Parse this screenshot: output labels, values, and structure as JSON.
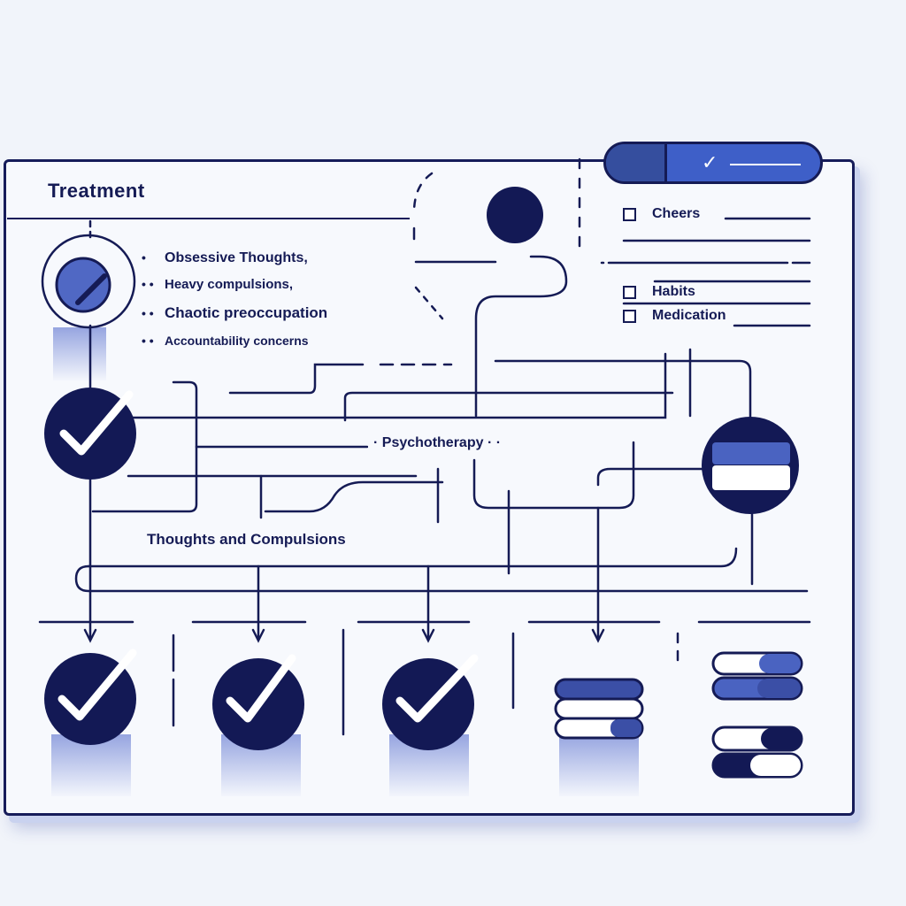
{
  "title": "Treatment",
  "symptoms": [
    {
      "dots": "•",
      "label": "Obsessive Thoughts,"
    },
    {
      "dots": "• •",
      "label": "Heavy compulsions,"
    },
    {
      "dots": "• •",
      "label": "Chaotic preoccupation"
    },
    {
      "dots": "• •",
      "label": "Accountability concerns"
    }
  ],
  "options": [
    {
      "label": "Cheers",
      "checked": false
    },
    {
      "label": "Habits",
      "checked": false
    },
    {
      "label": "Medication",
      "checked": false
    }
  ],
  "center_label": "Psychotherapy",
  "bottom_label": "Thoughts and Compulsions",
  "toggle": {
    "state": "on",
    "icon": "check-icon"
  },
  "colors": {
    "navy": "#141a52",
    "accent": "#3e5fc8",
    "panel": "#f7f9fd",
    "background": "#f1f4fa"
  }
}
